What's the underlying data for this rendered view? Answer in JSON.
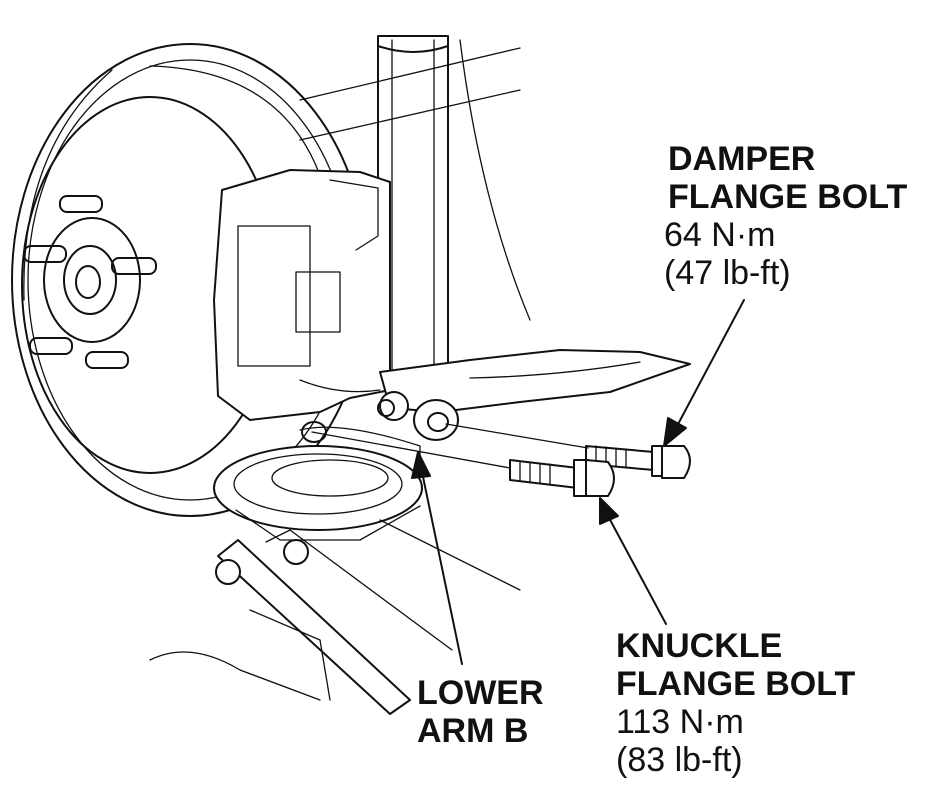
{
  "callouts": {
    "damper": {
      "line1": "DAMPER",
      "line2": "FLANGE BOLT",
      "torque_nm": "64 N·m",
      "torque_lbft": "(47 lb-ft)"
    },
    "knuckle": {
      "line1": "KNUCKLE",
      "line2": "FLANGE BOLT",
      "torque_nm": "113 N·m",
      "torque_lbft": "(83 lb-ft)"
    },
    "lower_arm": {
      "line1": "LOWER",
      "line2": "ARM B"
    }
  }
}
